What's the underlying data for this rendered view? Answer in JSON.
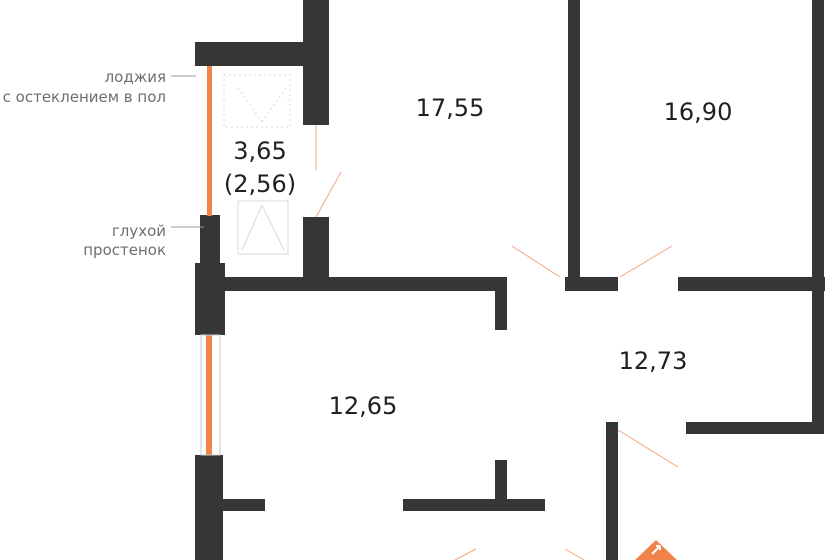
{
  "plan": {
    "colors": {
      "wall": "#363636",
      "glazing": "#f0824a",
      "door_swing": "#f3a77f",
      "fixture": "#d8d8d8",
      "text": "#231f20",
      "annotation": "#6d6e71"
    },
    "rooms": [
      {
        "id": "room-a",
        "area": "17,55"
      },
      {
        "id": "room-b",
        "area": "16,90"
      },
      {
        "id": "room-c",
        "area": "12,73"
      },
      {
        "id": "room-d",
        "area": "12,65"
      }
    ],
    "loggia": {
      "area": "3,65",
      "reduced_area": "(2,56)"
    },
    "annotations": {
      "loggia_line1": "лоджия",
      "loggia_line2": "с остеклением в пол",
      "blind_wall_line1": "глухой",
      "blind_wall_line2": "простенок"
    }
  }
}
